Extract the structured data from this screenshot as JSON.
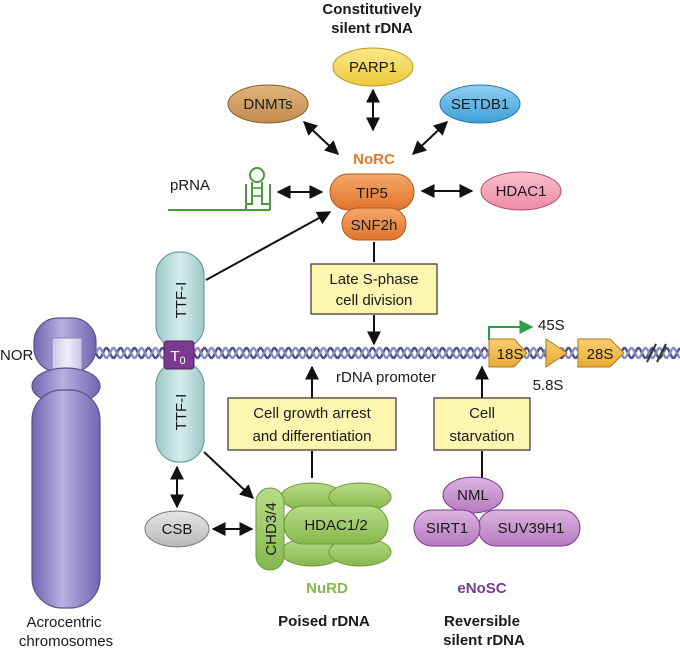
{
  "titles": {
    "top_line1": "Constitutively",
    "top_line2": "silent rDNA",
    "poised": "Poised rDNA",
    "reversible_line1": "Reversible",
    "reversible_line2": "silent rDNA"
  },
  "complexes": {
    "norc": "NoRC",
    "nurd": "NuRD",
    "enosc": "eNoSC"
  },
  "proteins": {
    "parp1": "PARP1",
    "dnmts": "DNMTs",
    "setdb1": "SETDB1",
    "tip5": "TIP5",
    "snf2h": "SNF2h",
    "hdac1": "HDAC1",
    "ttf1_top": "TTF-I",
    "ttf1_bottom": "TTF-I",
    "t0_main": "T",
    "t0_sub": "0",
    "csb": "CSB",
    "chd34": "CHD3/4",
    "hdac12": "HDAC1/2",
    "nml": "NML",
    "sirt1": "SIRT1",
    "suv39h1": "SUV39H1"
  },
  "labels": {
    "prna": "pRNA",
    "nor": "NOR",
    "promoter": "rDNA promoter",
    "s45": "45S",
    "s18": "18S",
    "s58": "5.8S",
    "s28": "28S",
    "acro_line1": "Acrocentric",
    "acro_line2": "chromosomes"
  },
  "signals": {
    "late_s_line1": "Late S-phase",
    "late_s_line2": "cell division",
    "growth_line1": "Cell growth arrest",
    "growth_line2": "and differentiation",
    "starv_line1": "Cell",
    "starv_line2": "starvation"
  },
  "colors": {
    "norc_orange": "#e8823a",
    "nurd_green": "#8bbf4a",
    "enosc_purple": "#7b3a8f",
    "yellow_box": "#fdf6b0",
    "chromosome": "#8f86c4",
    "ttf1": "#b9d8d8",
    "t0": "#7b3a8f",
    "dna": "#5a5a9a",
    "prna_green": "#4a9a3a"
  }
}
